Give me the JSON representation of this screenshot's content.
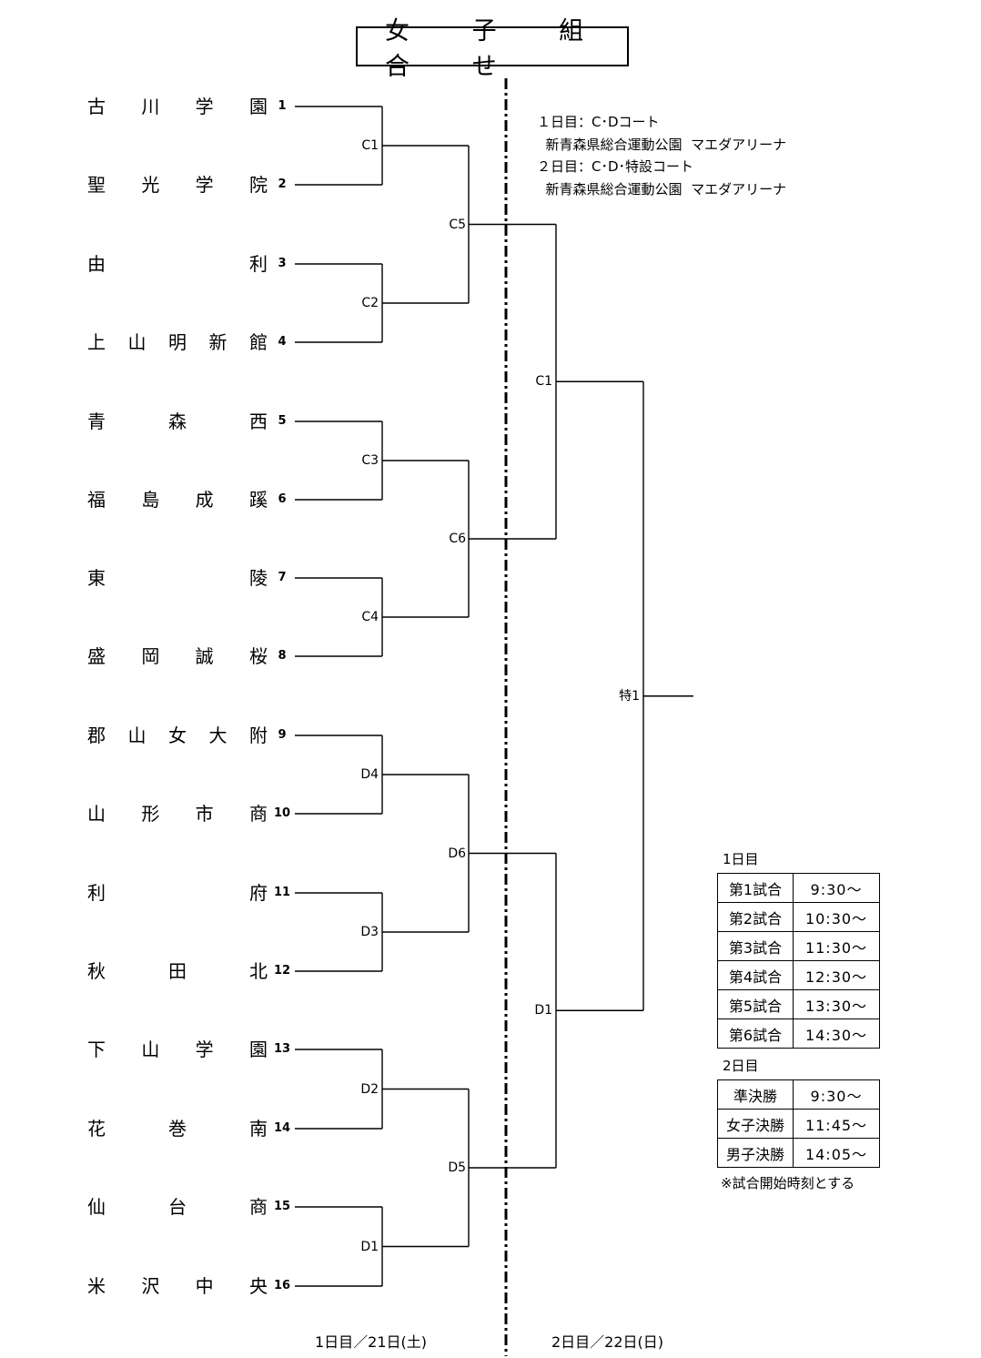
{
  "title": "女 子 組 合 せ",
  "teams": [
    {
      "seed": "1",
      "chars": [
        "古",
        "川",
        "学",
        "園"
      ]
    },
    {
      "seed": "2",
      "chars": [
        "聖",
        "光",
        "学",
        "院"
      ]
    },
    {
      "seed": "3",
      "chars": [
        "由",
        "利"
      ]
    },
    {
      "seed": "4",
      "chars": [
        "上",
        "山",
        "明",
        "新",
        "館"
      ]
    },
    {
      "seed": "5",
      "chars": [
        "青",
        "森",
        "西"
      ]
    },
    {
      "seed": "6",
      "chars": [
        "福",
        "島",
        "成",
        "蹊"
      ]
    },
    {
      "seed": "7",
      "chars": [
        "東",
        "陵"
      ]
    },
    {
      "seed": "8",
      "chars": [
        "盛",
        "岡",
        "誠",
        "桜"
      ]
    },
    {
      "seed": "9",
      "chars": [
        "郡",
        "山",
        "女",
        "大",
        "附"
      ]
    },
    {
      "seed": "10",
      "chars": [
        "山",
        "形",
        "市",
        "商"
      ]
    },
    {
      "seed": "11",
      "chars": [
        "利",
        "府"
      ]
    },
    {
      "seed": "12",
      "chars": [
        "秋",
        "田",
        "北"
      ]
    },
    {
      "seed": "13",
      "chars": [
        "下",
        "山",
        "学",
        "園"
      ]
    },
    {
      "seed": "14",
      "chars": [
        "花",
        "巻",
        "南"
      ]
    },
    {
      "seed": "15",
      "chars": [
        "仙",
        "台",
        "商"
      ]
    },
    {
      "seed": "16",
      "chars": [
        "米",
        "沢",
        "中",
        "央"
      ]
    }
  ],
  "matches": {
    "r1": [
      "C1",
      "C2",
      "C3",
      "C4",
      "D4",
      "D3",
      "D2",
      "D1"
    ],
    "r2": [
      "C5",
      "C6",
      "D6",
      "D5"
    ],
    "r3": [
      "C1",
      "D1"
    ],
    "final": "特1"
  },
  "venue": [
    "１日目：C･Dコート",
    "  新青森県総合運動公園  マエダアリーナ",
    "２日目：C･D･特設コート",
    "  新青森県総合運動公園  マエダアリーナ"
  ],
  "schedule": {
    "day1_label": "1日目",
    "day1": [
      {
        "name": "第1試合",
        "time": "9:30～"
      },
      {
        "name": "第2試合",
        "time": "10:30～"
      },
      {
        "name": "第3試合",
        "time": "11:30～"
      },
      {
        "name": "第4試合",
        "time": "12:30～"
      },
      {
        "name": "第5試合",
        "time": "13:30～"
      },
      {
        "name": "第6試合",
        "time": "14:30～"
      }
    ],
    "day2_label": "2日目",
    "day2": [
      {
        "name": "準決勝",
        "time": "9:30～"
      },
      {
        "name": "女子決勝",
        "time": "11:45～"
      },
      {
        "name": "男子決勝",
        "time": "14:05～"
      }
    ],
    "note": "※試合開始時刻とする"
  },
  "footer": {
    "day1": "1日目／21日(土)",
    "day2": "2日目／22日(日)"
  }
}
